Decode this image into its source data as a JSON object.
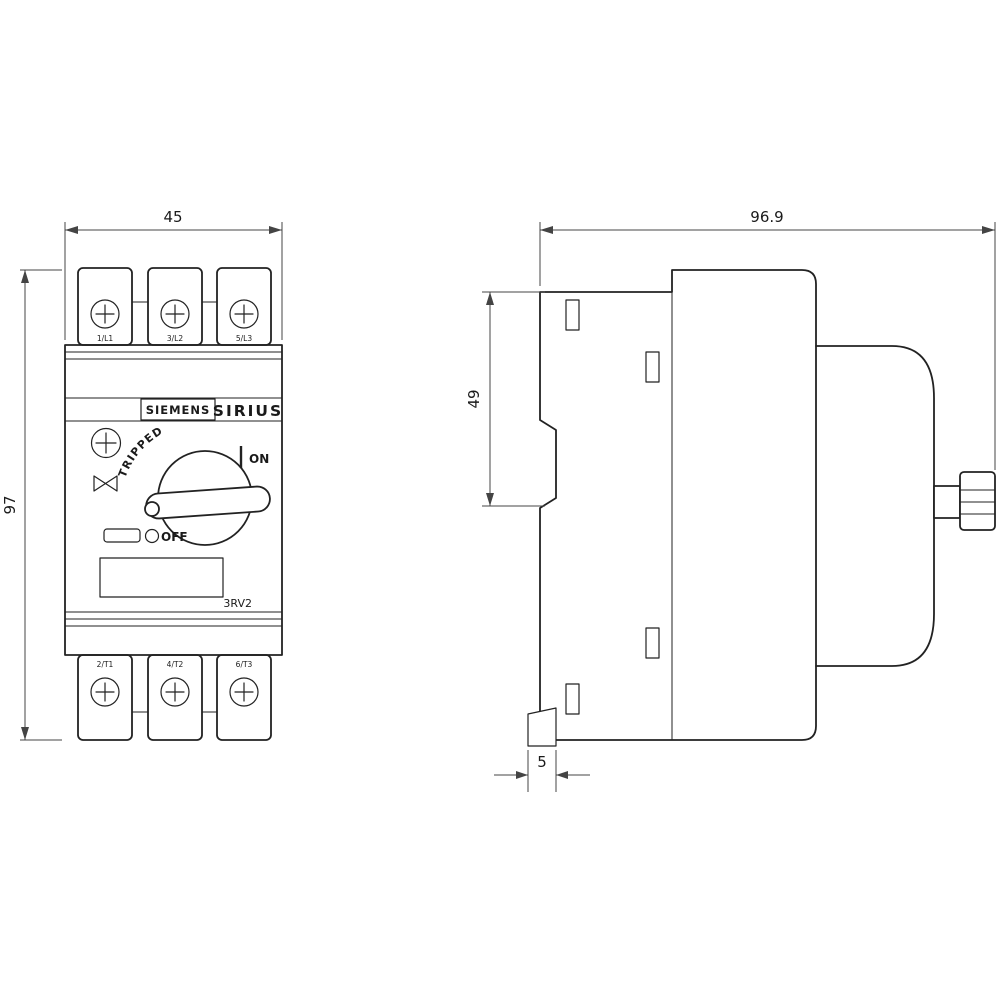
{
  "front_view": {
    "brand": "SIEMENS",
    "series": "SIRIUS",
    "model": "3RV2",
    "state_tripped": "TRIPPED",
    "state_on": "ON",
    "state_off": "OFF",
    "terminals_top": [
      "1/L1",
      "3/L2",
      "5/L3"
    ],
    "terminals_bottom": [
      "2/T1",
      "4/T2",
      "6/T3"
    ]
  },
  "dimensions": {
    "front_width_mm": "45",
    "front_height_mm": "97",
    "side_depth_mm": "96.9",
    "side_upper_height_mm": "49",
    "side_clip_mm": "5"
  },
  "colors": {
    "line": "#222222",
    "dimension_line": "#444444",
    "background": "#ffffff"
  }
}
